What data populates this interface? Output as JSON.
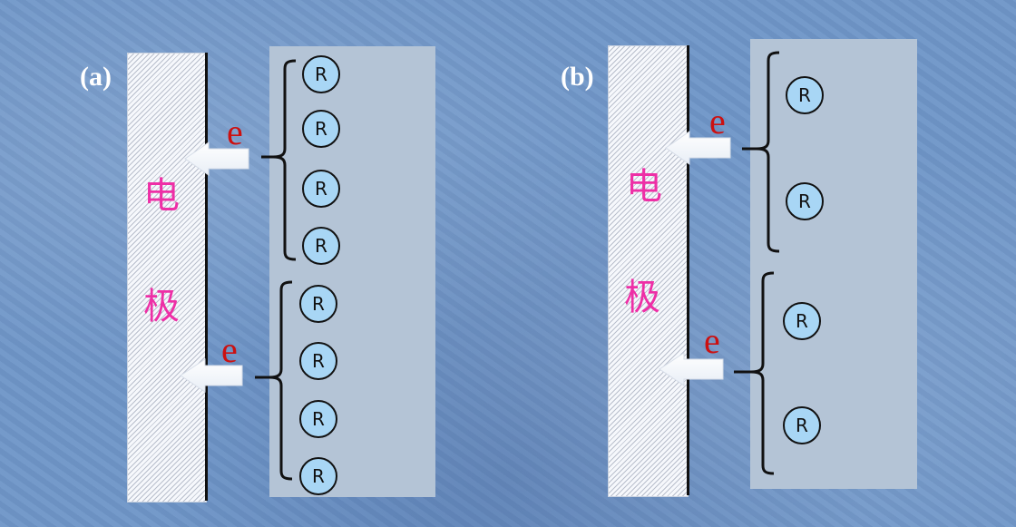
{
  "panels": [
    {
      "label": "(a)",
      "electrode_chars": [
        "电",
        "极"
      ],
      "electron_label": "e",
      "groups": [
        {
          "molecules": [
            "R",
            "R",
            "R",
            "R"
          ]
        },
        {
          "molecules": [
            "R",
            "R",
            "R",
            "R"
          ]
        }
      ]
    },
    {
      "label": "(b)",
      "electrode_chars": [
        "电",
        "极"
      ],
      "electron_label": "e",
      "groups": [
        {
          "molecules": [
            "R",
            "R"
          ]
        },
        {
          "molecules": [
            "R",
            "R"
          ]
        }
      ]
    }
  ],
  "colors": {
    "background": "#6f96c8",
    "solution": "#b4c4d6",
    "electrode_text": "#ee2fa6",
    "electron_text": "#cc1010",
    "molecule_fill": "#a8d6f5"
  }
}
